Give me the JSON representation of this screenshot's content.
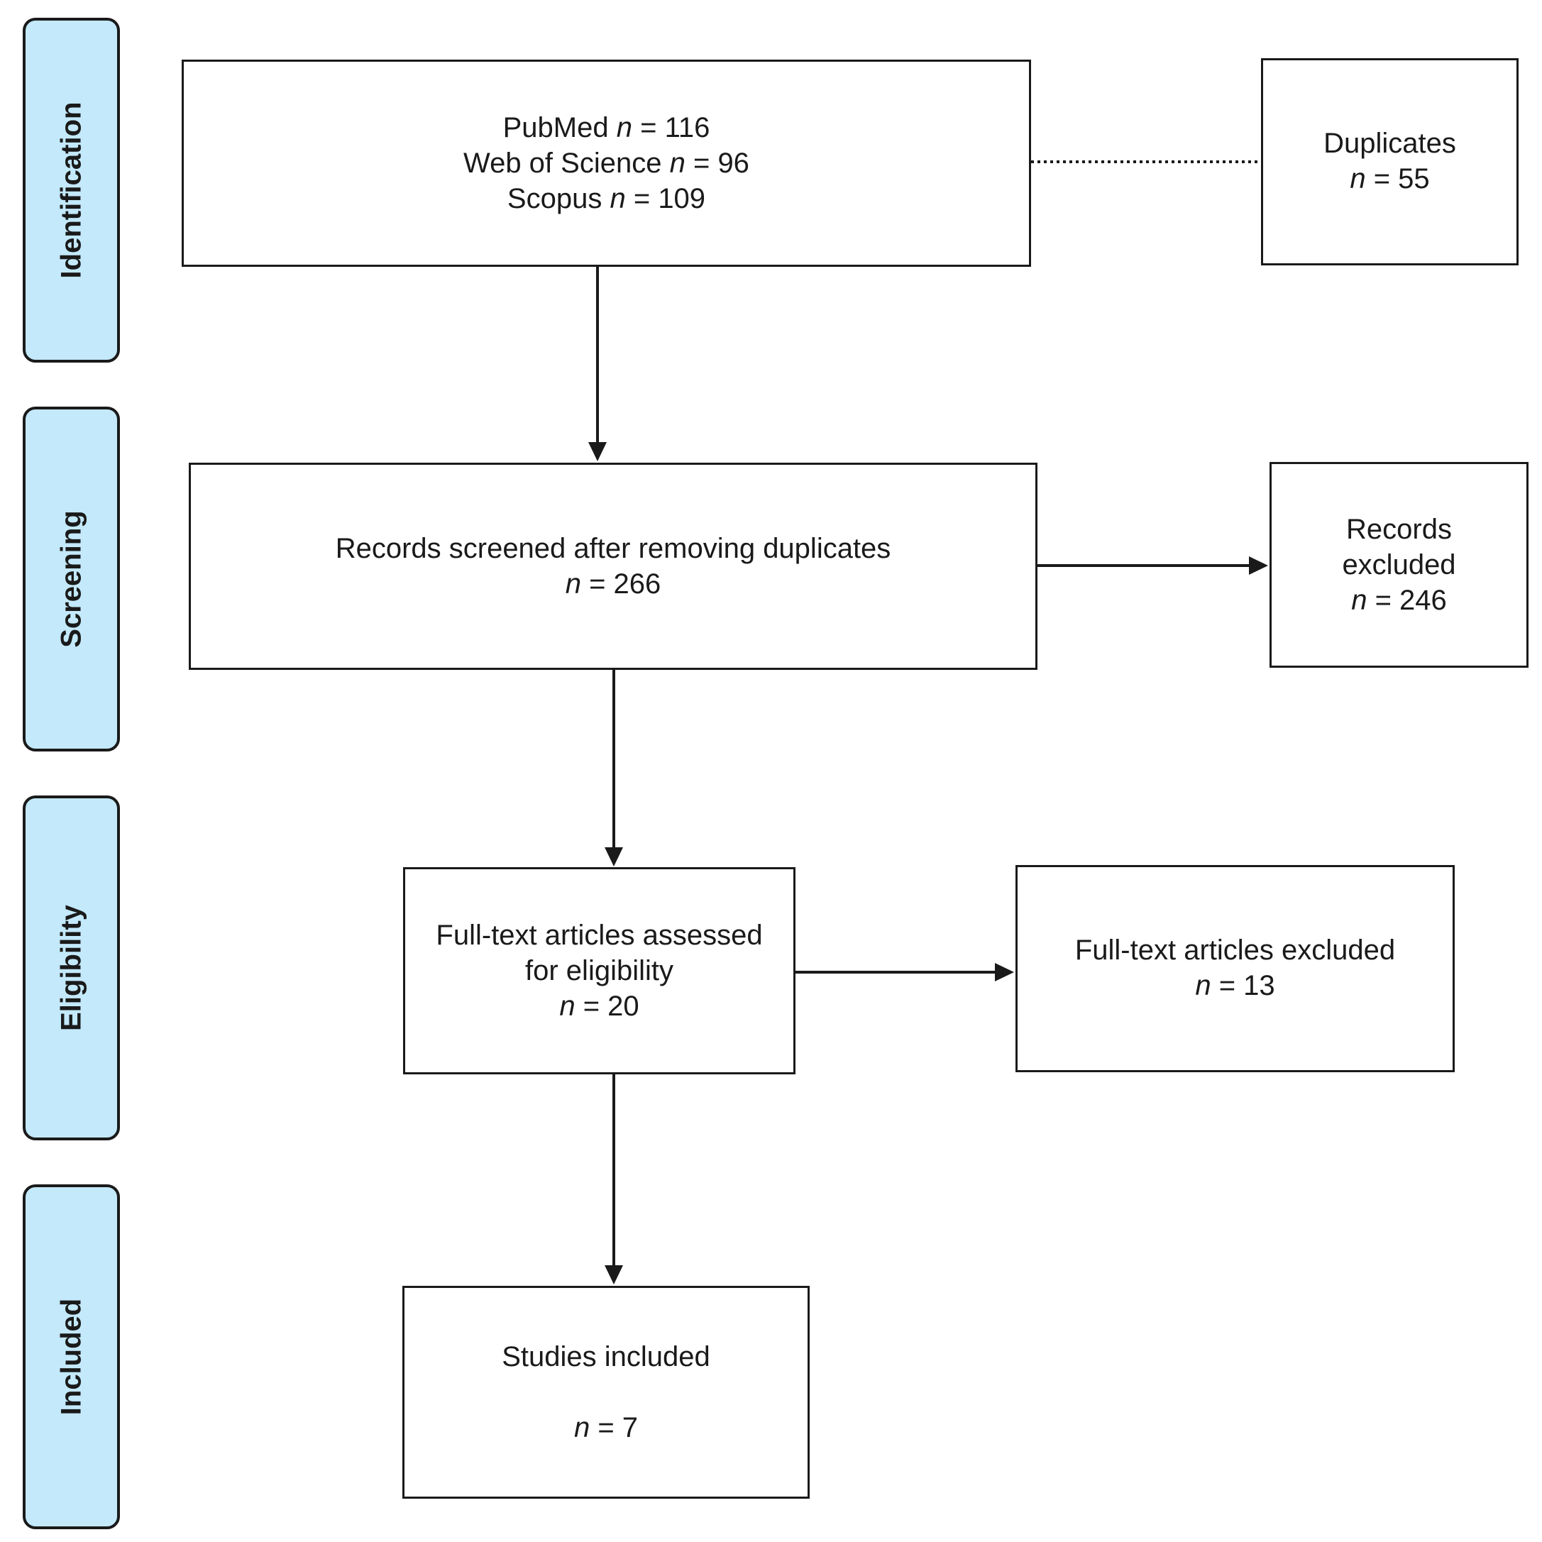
{
  "stages": {
    "identification": "Identification",
    "screening": "Screening",
    "eligibility": "Eligibility",
    "included": "Included"
  },
  "identification_box": {
    "pubmed_label": "PubMed",
    "pubmed_n": "116",
    "wos_label": "Web of Science",
    "wos_n": "96",
    "scopus_label": "Scopus",
    "scopus_n": "109"
  },
  "duplicates_box": {
    "label": "Duplicates",
    "n": "55"
  },
  "screening_box": {
    "label": "Records screened after removing duplicates",
    "n": "266"
  },
  "records_excluded_box": {
    "line1": "Records",
    "line2": "excluded",
    "n": "246"
  },
  "eligibility_box": {
    "line1": "Full-text articles assessed",
    "line2": "for eligibility",
    "n": "20"
  },
  "fulltext_excluded_box": {
    "label": "Full-text articles excluded",
    "n": "13"
  },
  "included_box": {
    "label": "Studies included",
    "n": "7"
  },
  "n_symbol": "n",
  "eq": " = "
}
